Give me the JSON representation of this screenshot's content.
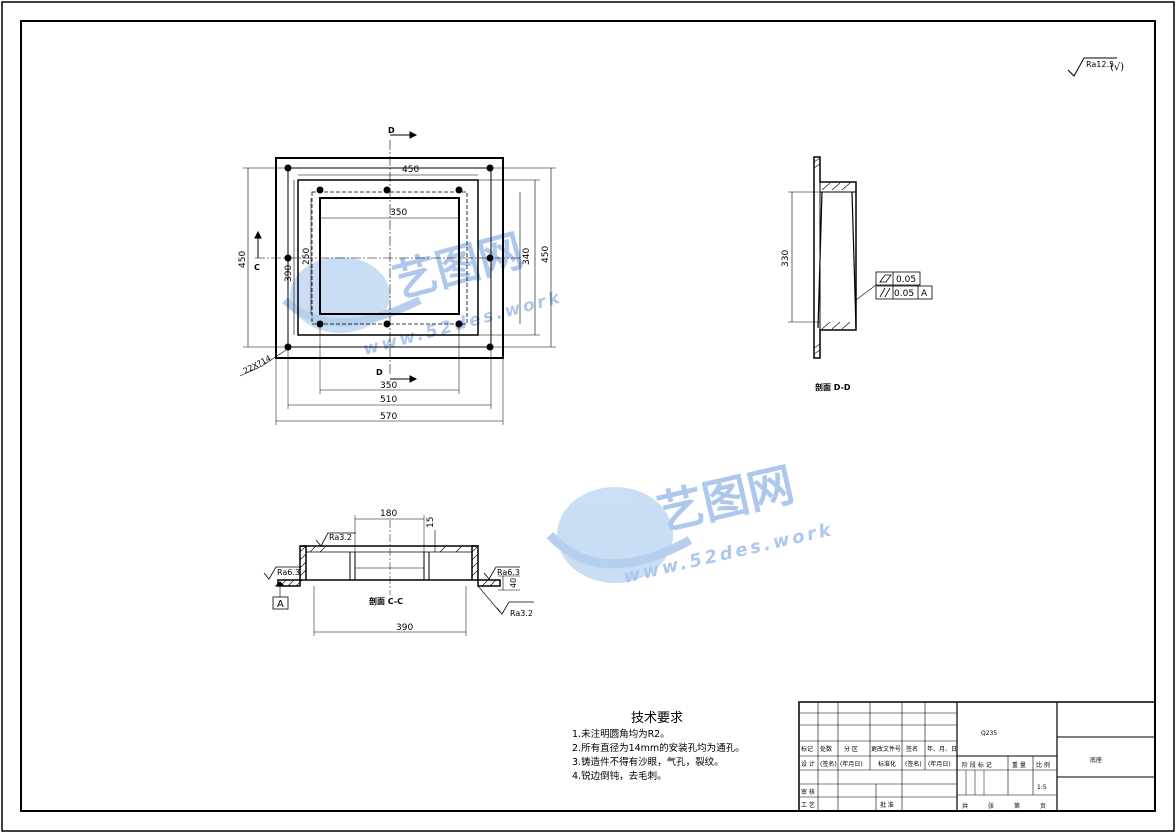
{
  "roughness_global": "Ra12.5",
  "roughness_global_suffix": "(√)",
  "plan_view": {
    "section_mark_top": "D",
    "section_mark_bottom": "D",
    "section_mark_left": "C",
    "dim_top_450": "450",
    "dim_350_inner": "350",
    "dim_left_450": "450",
    "dim_390": "390",
    "dim_250": "250",
    "dim_340": "340",
    "dim_right_450": "450",
    "dim_hole_callout": "22X?14",
    "dim_bottom_350": "350",
    "dim_bottom_510": "510",
    "dim_bottom_570": "570"
  },
  "section_dd": {
    "dim_330": "330",
    "gdt_flatness_value": "0.05",
    "gdt_parallel_value": "0.05",
    "gdt_datum": "A",
    "caption": "剖面 D-D"
  },
  "section_cc": {
    "dim_180": "180",
    "dim_15": "15",
    "dim_40": "40",
    "dim_390": "390",
    "ra_top": "Ra3.2",
    "ra_left": "Ra6.3",
    "ra_right": "Ra6.3",
    "ra_bottom": "Ra3.2",
    "datum_label": "A",
    "caption": "剖面 C-C"
  },
  "watermark": {
    "brand_cn": "艺图网",
    "url": "www.52des.work"
  },
  "tech_requirements": {
    "title": "技术要求",
    "items": [
      "1.未注明圆角均为R2。",
      "2.所有直径为14mm的安装孔均为通孔。",
      "3.铸造件不得有沙眼，气孔，裂纹。",
      "4.锐边倒钝，去毛刺。"
    ]
  },
  "title_block": {
    "material": "Q235",
    "part_name": "底座",
    "scale": "1:5",
    "row_labels_1": [
      "标记",
      "处数",
      "分 区",
      "更改文件号",
      "签名",
      "年、月、日"
    ],
    "row_labels_2": [
      "设 计",
      "(签名)",
      "(年月日)",
      "标准化",
      "(签名)",
      "(年月日)"
    ],
    "row_labels_3": [
      "审 核"
    ],
    "row_labels_4": [
      "工 艺",
      "批 准"
    ],
    "stage_header": [
      "阶 段 标 记",
      "重 量",
      "比 例"
    ],
    "sheet_footer": [
      "共",
      "张",
      "第",
      "页"
    ]
  }
}
